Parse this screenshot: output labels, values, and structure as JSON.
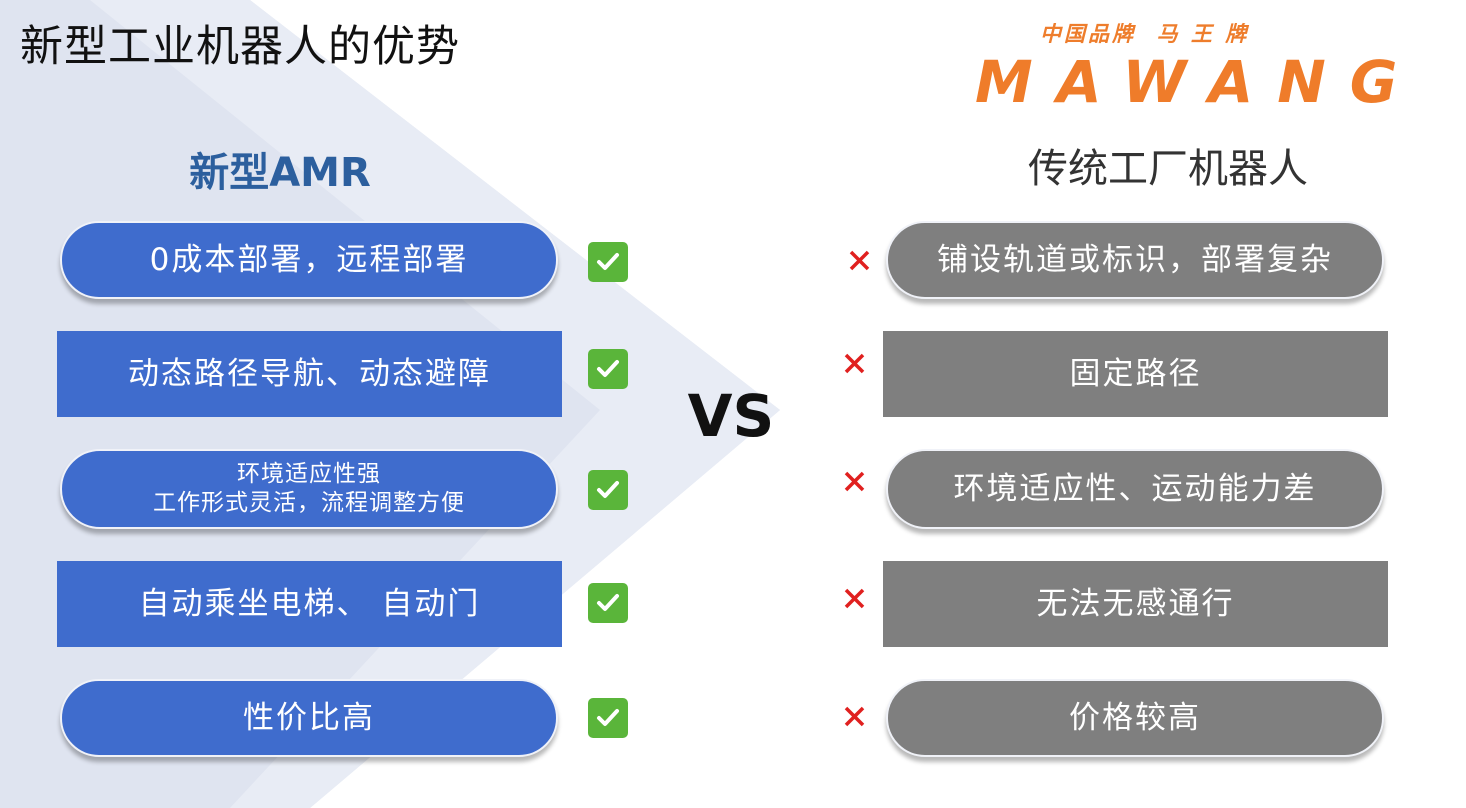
{
  "title": "新型工业机器人的优势",
  "brand": {
    "tagline": "中国品牌  马 王 牌",
    "name": "MAWANG"
  },
  "left_heading": "新型AMR",
  "right_heading": "传统工厂机器人",
  "vs": "VS",
  "colors": {
    "blue": "#3f6ccd",
    "gray": "#7f7f7f",
    "check_green": "#5ab53a",
    "cross_red": "#e0201f",
    "brand_orange": "#ef7c2a"
  },
  "icons": {
    "check": "check-icon",
    "cross": "cross-icon"
  },
  "rows": [
    {
      "amr": "0成本部署，远程部署",
      "traditional": "铺设轨道或标识，部署复杂"
    },
    {
      "amr": "动态路径导航、动态避障",
      "traditional": "固定路径"
    },
    {
      "amr": "环境适应性强\n工作形式灵活，流程调整方便",
      "traditional": "环境适应性、运动能力差"
    },
    {
      "amr": "自动乘坐电梯、 自动门",
      "traditional": "无法无感通行"
    },
    {
      "amr": "性价比高",
      "traditional": "价格较高"
    }
  ]
}
